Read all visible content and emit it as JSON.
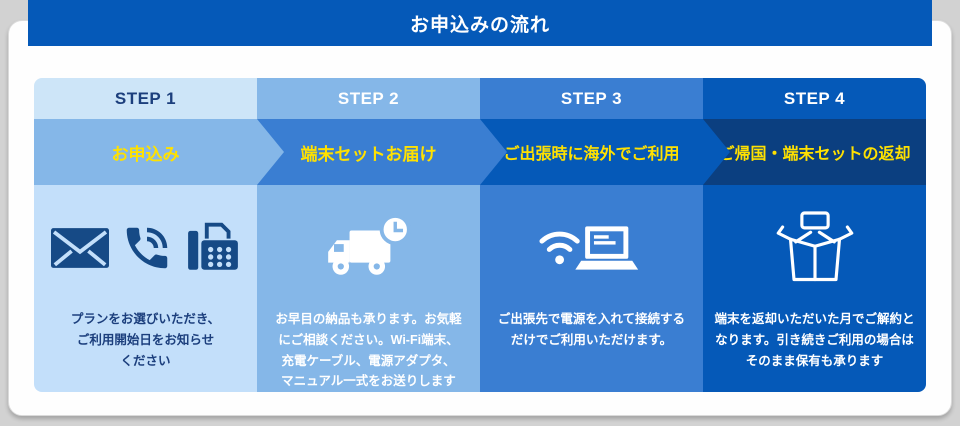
{
  "page": {
    "title": "お申込みの流れ"
  },
  "colors": {
    "page_bg": "#d2d2d2",
    "card_bg": "#fefefe",
    "title_bar_bg": "#0559b8",
    "accent_yellow": "#ffe100",
    "body_text_navy": "#1c3f7d",
    "step_blues": [
      "#cde5f8",
      "#85b7e8",
      "#3a7ed2",
      "#0559b8",
      "#0b3f80"
    ]
  },
  "steps": [
    {
      "label": "STEP 1",
      "band": "お申込み",
      "description": "プランをお選びいただき、\nご利用開始日をお知らせ\nください",
      "icons": [
        "mail-icon",
        "phone-icon",
        "fax-icon"
      ]
    },
    {
      "label": "STEP 2",
      "band": "端末セットお届け",
      "description": "お早目の納品も承ります。お気軽\nにご相談ください。Wi-Fi端末、\n充電ケーブル、電源アダプタ、\nマニュアル一式をお送りします",
      "icons": [
        "delivery-truck-clock-icon"
      ]
    },
    {
      "label": "STEP 3",
      "band": "ご出張時に海外でご利用",
      "description": "ご出張先で電源を入れて接続する\nだけでご利用いただけます。",
      "icons": [
        "wifi-laptop-icon"
      ]
    },
    {
      "label": "STEP 4",
      "band": "ご帰国・端末セットの返却",
      "description": "端末を返却いただいた月でご解約と\nなります。引き続きご利用の場合は\nそのまま保有も承ります",
      "icons": [
        "open-box-return-icon"
      ]
    }
  ]
}
